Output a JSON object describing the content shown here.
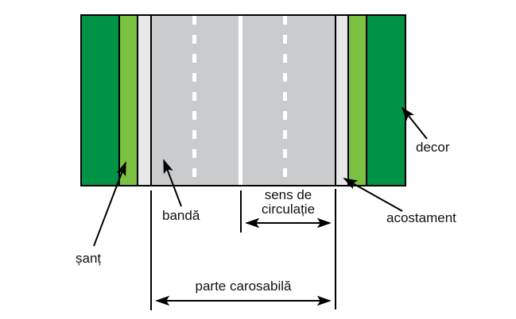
{
  "figure": {
    "type": "road-cross-section-diagram",
    "labels": {
      "decor": "decor",
      "acostament": "acostament",
      "banda": "bandă",
      "sant": "șanț",
      "sens_line1": "sens de",
      "sens_line2": "circulație",
      "parte_carosabila": "parte carosabilă"
    },
    "colors": {
      "verge_dark_green": "#009245",
      "ditch_light_green": "#7CC242",
      "shoulder_light_gray": "#E8E8E9",
      "road_gray": "#CACBCC",
      "marking_white": "#FFFFFF",
      "outline_black": "#000000"
    }
  }
}
